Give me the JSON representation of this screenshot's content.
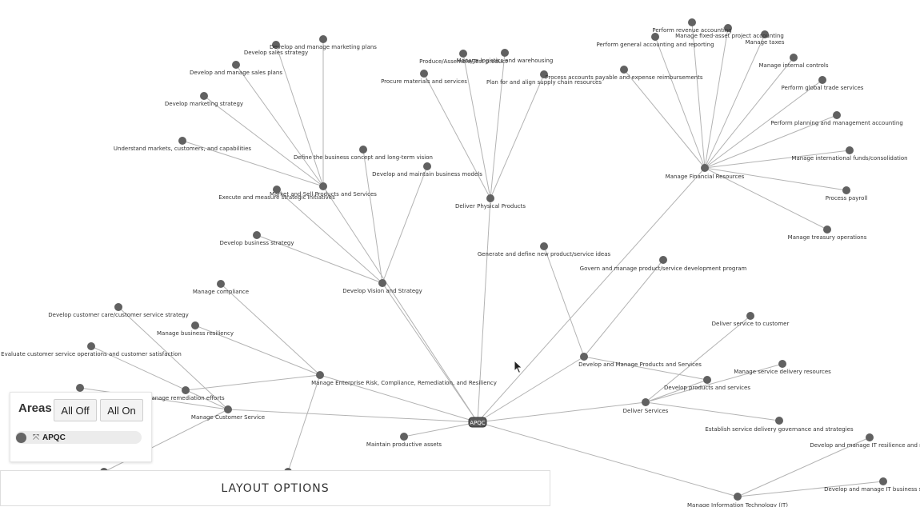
{
  "diagram": {
    "root_label": "APQC",
    "nodes": [
      {
        "id": "apqc",
        "label": "APQC"
      },
      {
        "id": "dvs",
        "label": "Develop Vision and Strategy"
      },
      {
        "id": "dpp",
        "label": "Deliver Physical Products"
      },
      {
        "id": "dmps",
        "label": "Develop and Manage Products and Services"
      },
      {
        "id": "mfr",
        "label": "Manage Financial Resources"
      },
      {
        "id": "ds",
        "label": "Deliver Services"
      },
      {
        "id": "mit",
        "label": "Manage Information Technology (IT)"
      },
      {
        "id": "merc",
        "label": "Manage Enterprise Risk, Compliance, Remediation, and Resiliency"
      },
      {
        "id": "mcs",
        "label": "Manage Customer Service"
      },
      {
        "id": "mpa",
        "label": "Maintain productive assets"
      },
      {
        "id": "msps",
        "label": "Market and Sell Products and Services"
      },
      {
        "id": "dbcv",
        "label": "Define the business concept and long-term vision"
      },
      {
        "id": "dmbm",
        "label": "Develop and maintain business models"
      },
      {
        "id": "emsi",
        "label": "Execute and measure strategic initiatives"
      },
      {
        "id": "dbs",
        "label": "Develop business strategy"
      },
      {
        "id": "dmmp",
        "label": "Develop and manage marketing plans"
      },
      {
        "id": "dss",
        "label": "Develop sales strategy"
      },
      {
        "id": "dmsp",
        "label": "Develop and manage sales plans"
      },
      {
        "id": "dms",
        "label": "Develop marketing strategy"
      },
      {
        "id": "umcc",
        "label": "Understand markets, customers, and capabilities"
      },
      {
        "id": "pas",
        "label": "Produce/Assemble/Test product"
      },
      {
        "id": "mlw",
        "label": "Manage logistics and warehousing"
      },
      {
        "id": "pms",
        "label": "Procure materials and services"
      },
      {
        "id": "pasc",
        "label": "Plan for and align supply chain resources"
      },
      {
        "id": "gdnp",
        "label": "Generate and define new product/service ideas"
      },
      {
        "id": "gmpd",
        "label": "Govern and manage product/service development program"
      },
      {
        "id": "pra",
        "label": "Perform revenue accounting"
      },
      {
        "id": "mfap",
        "label": "Manage fixed-asset project accounting"
      },
      {
        "id": "pgar",
        "label": "Perform general accounting and reporting"
      },
      {
        "id": "mtx",
        "label": "Manage taxes"
      },
      {
        "id": "paper",
        "label": "Process accounts payable and expense reimbursements"
      },
      {
        "id": "mic",
        "label": "Manage internal controls"
      },
      {
        "id": "pgts",
        "label": "Perform global trade services"
      },
      {
        "id": "ppma",
        "label": "Perform planning and management accounting"
      },
      {
        "id": "mifc",
        "label": "Manage international funds/consolidation"
      },
      {
        "id": "pp",
        "label": "Process payroll"
      },
      {
        "id": "mto",
        "label": "Manage treasury operations"
      },
      {
        "id": "dstc",
        "label": "Deliver service to customer"
      },
      {
        "id": "msdr",
        "label": "Manage service delivery resources"
      },
      {
        "id": "dps",
        "label": "Develop products and services"
      },
      {
        "id": "esdg",
        "label": "Establish service delivery governance and strategies"
      },
      {
        "id": "dmitr",
        "label": "Develop and manage IT resilience and risk"
      },
      {
        "id": "dmitb",
        "label": "Develop and manage IT business strategy"
      },
      {
        "id": "mc",
        "label": "Manage compliance"
      },
      {
        "id": "mbr",
        "label": "Manage business resiliency"
      },
      {
        "id": "mre",
        "label": "Manage remediation efforts"
      },
      {
        "id": "dccs",
        "label": "Develop customer care/customer service strategy"
      },
      {
        "id": "ecso",
        "label": "Evaluate customer service operations and customer satisfaction"
      },
      {
        "id": "mcs2",
        "label": ""
      },
      {
        "id": "mcs3",
        "label": ""
      },
      {
        "id": "low1",
        "label": ""
      }
    ],
    "edges": [
      [
        "apqc",
        "dvs"
      ],
      [
        "apqc",
        "dpp"
      ],
      [
        "apqc",
        "dmps"
      ],
      [
        "apqc",
        "mfr"
      ],
      [
        "apqc",
        "ds"
      ],
      [
        "apqc",
        "mit"
      ],
      [
        "apqc",
        "merc"
      ],
      [
        "apqc",
        "mcs"
      ],
      [
        "apqc",
        "msps"
      ],
      [
        "apqc",
        "mpa"
      ],
      [
        "dvs",
        "dbcv"
      ],
      [
        "dvs",
        "dmbm"
      ],
      [
        "dvs",
        "emsi"
      ],
      [
        "dvs",
        "dbs"
      ],
      [
        "msps",
        "dmmp"
      ],
      [
        "msps",
        "dss"
      ],
      [
        "msps",
        "dmsp"
      ],
      [
        "msps",
        "dms"
      ],
      [
        "msps",
        "umcc"
      ],
      [
        "dpp",
        "pas"
      ],
      [
        "dpp",
        "mlw"
      ],
      [
        "dpp",
        "pms"
      ],
      [
        "dpp",
        "pasc"
      ],
      [
        "dmps",
        "gdnp"
      ],
      [
        "dmps",
        "gmpd"
      ],
      [
        "dmps",
        "dps"
      ],
      [
        "mfr",
        "pra"
      ],
      [
        "mfr",
        "mfap"
      ],
      [
        "mfr",
        "pgar"
      ],
      [
        "mfr",
        "mtx"
      ],
      [
        "mfr",
        "paper"
      ],
      [
        "mfr",
        "mic"
      ],
      [
        "mfr",
        "pgts"
      ],
      [
        "mfr",
        "ppma"
      ],
      [
        "mfr",
        "mifc"
      ],
      [
        "mfr",
        "pp"
      ],
      [
        "mfr",
        "mto"
      ],
      [
        "ds",
        "dstc"
      ],
      [
        "ds",
        "msdr"
      ],
      [
        "ds",
        "dps"
      ],
      [
        "ds",
        "esdg"
      ],
      [
        "mit",
        "dmitr"
      ],
      [
        "mit",
        "dmitb"
      ],
      [
        "merc",
        "mc"
      ],
      [
        "merc",
        "mbr"
      ],
      [
        "merc",
        "mre"
      ],
      [
        "mcs",
        "dccs"
      ],
      [
        "mcs",
        "ecso"
      ],
      [
        "mcs",
        "mcs2"
      ],
      [
        "mcs",
        "mcs3"
      ],
      [
        "merc",
        "low1"
      ]
    ]
  },
  "areas_panel": {
    "title": "Areas",
    "all_off_label": "All Off",
    "all_on_label": "All On",
    "area_label": "APQC",
    "expand_icon": "expand-arrows-icon"
  },
  "layout_bar": {
    "label": "LAYOUT OPTIONS"
  },
  "colors": {
    "node": "#616161",
    "edge": "#b3b3b3",
    "text": "#333333"
  }
}
